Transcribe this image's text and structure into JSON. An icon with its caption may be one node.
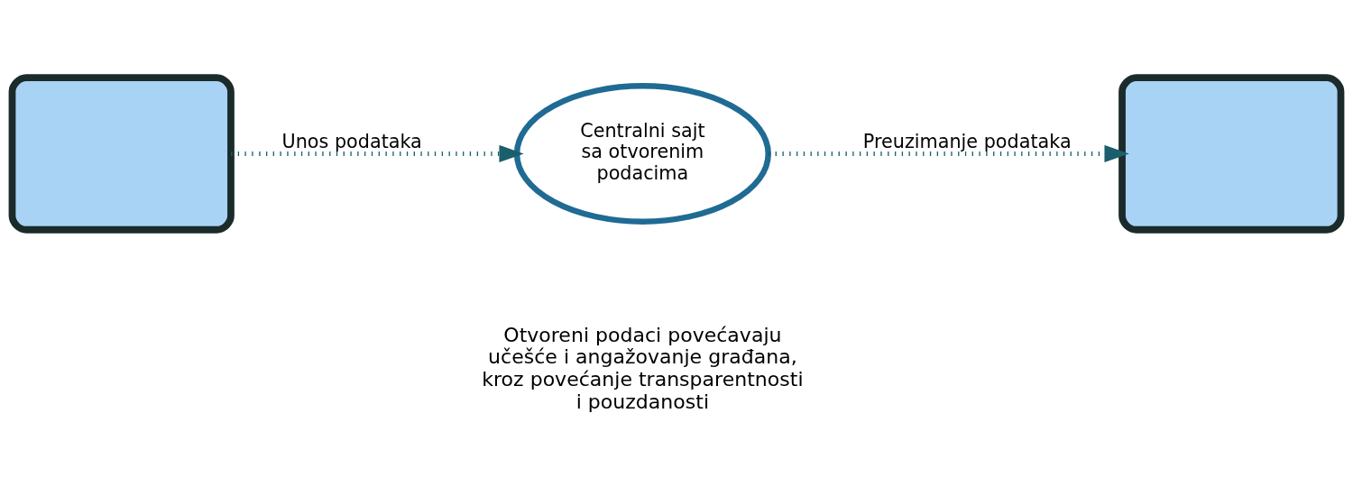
{
  "diagram": {
    "nodes": [
      {
        "text": [],
        "shape": "box"
      },
      {
        "text": [
          "Centralni sajt sa otvorenim podacima"
        ]
      },
      {
        "text": [],
        "shape": "box"
      }
    ],
    "edges": [
      {
        "from": 0,
        "to": 1,
        "arrow": "to",
        "label": "Unos podataka",
        "style": "dashed"
      },
      {
        "from": 1,
        "to": 2,
        "arrow": "to",
        "label": "Preuzimanje podataka",
        "style": "dashed"
      }
    ],
    "labels": [
      "Otvoreni podaci povećavaju učešće i angažovanje građana, kroz povećanje transparentnosti i pouzdanosti"
    ]
  }
}
